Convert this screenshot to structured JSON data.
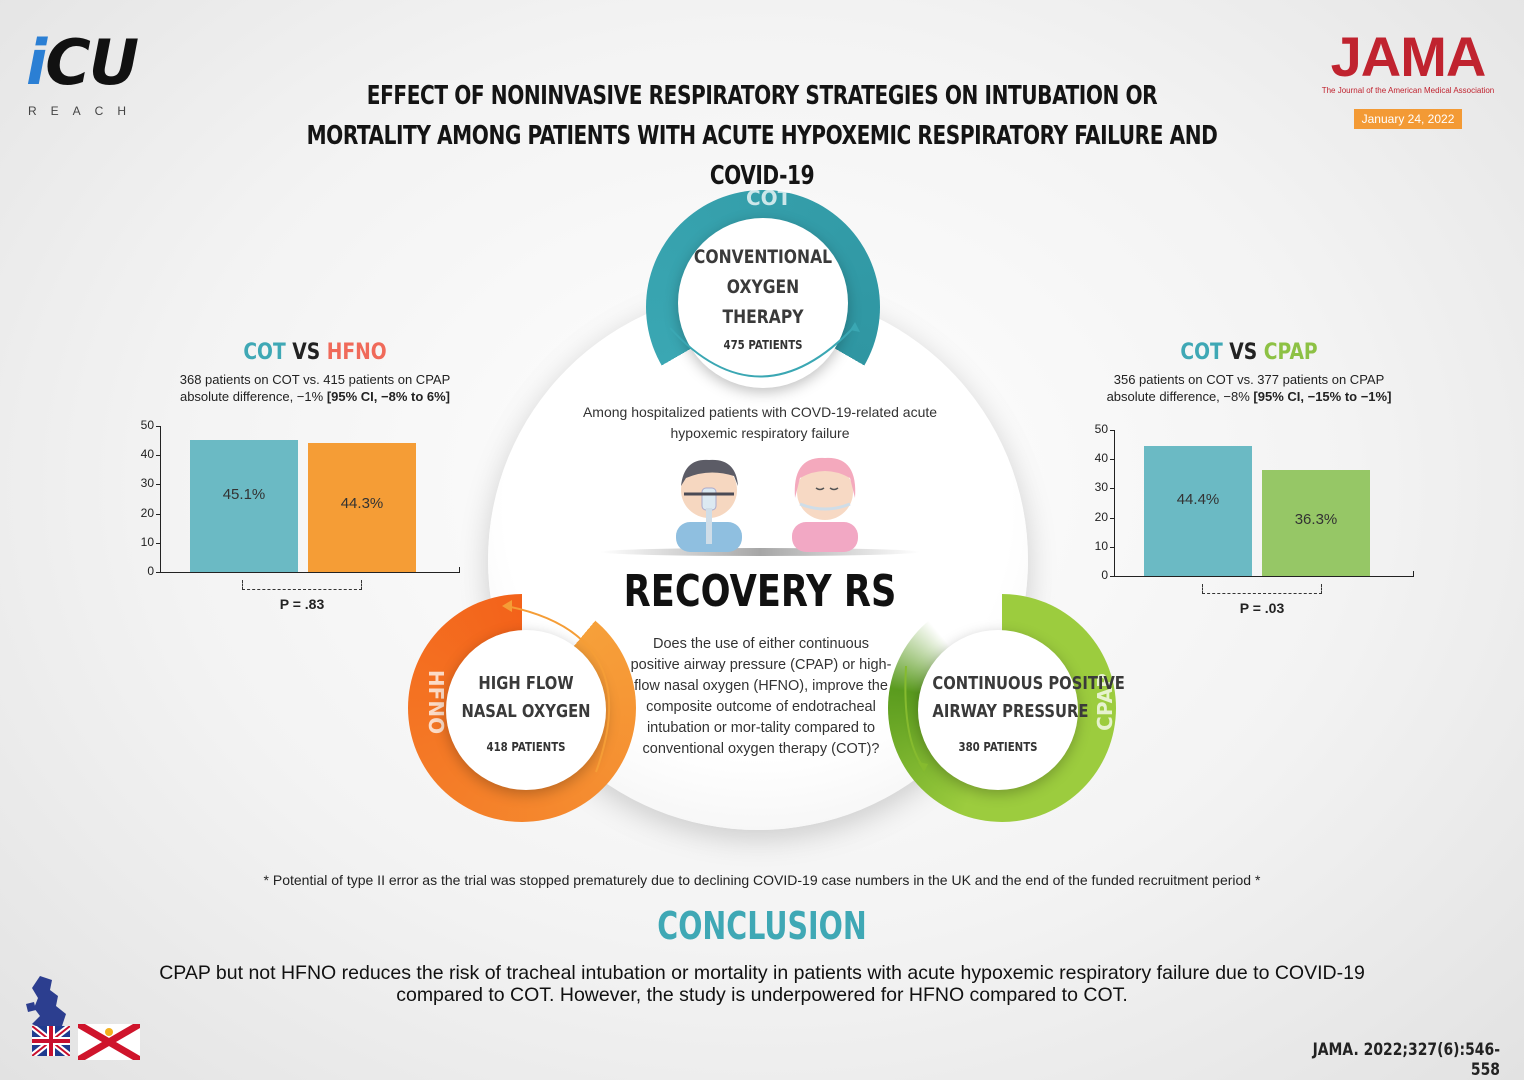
{
  "logo": {
    "icu_i": "i",
    "icu_rest": "CU",
    "reach": "REACH"
  },
  "title": "EFFECT OF NONINVASIVE RESPIRATORY STRATEGIES ON INTUBATION OR MORTALITY AMONG PATIENTS WITH ACUTE HYPOXEMIC RESPIRATORY FAILURE AND COVID-19",
  "jama": {
    "word": "JAMA",
    "sub": "The Journal of the American Medical Association",
    "date": "January 24, 2022"
  },
  "left_panel": {
    "head_a": "COT",
    "head_vs": "VS",
    "head_b": "HFNO",
    "line1": "368 patients on COT vs. 415 patients on CPAP",
    "line2": "absolute difference, −1%",
    "line2_bold": "[95% CI, −8% to 6%]",
    "p_value": "P = .83"
  },
  "right_panel": {
    "head_a": "COT",
    "head_vs": "VS",
    "head_b": "CPAP",
    "line1": "356 patients on COT vs. 377 patients on CPAP",
    "line2": "absolute difference, −8%",
    "line2_bold": "[95% CI, −15% to −1%]",
    "p_value": "P = .03"
  },
  "chart_data": [
    {
      "type": "bar",
      "categories": [
        "COT",
        "HFNO"
      ],
      "values": [
        45.1,
        44.3
      ],
      "value_labels": [
        "45.1%",
        "44.3%"
      ],
      "colors": [
        "#6bbac4",
        "#f59d36"
      ],
      "yticks": [
        0,
        10,
        20,
        30,
        40,
        50
      ],
      "ylim": [
        0,
        50
      ]
    },
    {
      "type": "bar",
      "categories": [
        "COT",
        "CPAP"
      ],
      "values": [
        44.4,
        36.3
      ],
      "value_labels": [
        "44.4%",
        "36.3%"
      ],
      "colors": [
        "#6bbac4",
        "#96c766"
      ],
      "yticks": [
        0,
        10,
        20,
        30,
        40,
        50
      ],
      "ylim": [
        0,
        50
      ]
    }
  ],
  "arms": {
    "cot": {
      "tag": "COT",
      "name_lines": [
        "CONVENTIONAL",
        "OXYGEN",
        "THERAPY"
      ],
      "patients": "475 PATIENTS",
      "color": "#3aa7b3"
    },
    "hfno": {
      "tag": "HFNO",
      "name_lines": [
        "HIGH FLOW",
        "NASAL OXYGEN"
      ],
      "patients": "418 PATIENTS",
      "color": "#f3791f"
    },
    "cpap": {
      "tag": "CPAP",
      "name_lines": [
        "CONTINUOUS POSITIVE",
        "AIRWAY PRESSURE"
      ],
      "patients": "380 PATIENTS",
      "color": "#86bb2e"
    }
  },
  "population": "Among hospitalized patients with COVD-19-related acute hypoxemic respiratory failure",
  "trial_name": "RECOVERY RS",
  "question": "Does the use of either continuous positive airway pressure (CPAP) or high-flow nasal oxygen (HFNO), improve the composite outcome of endotracheal intubation or mor-tality  compared to conventional oxygen therapy (COT)?",
  "footnote": "* Potential of type II error as the trial was stopped prematurely due to declining COVID-19 case numbers in the UK and the end of the funded recruitment period *",
  "conclusion_heading": "CONCLUSION",
  "conclusion": "CPAP but not HFNO reduces the risk of tracheal intubation or mortality in patients with acute hypoxemic respiratory failure due to COVID-19 compared to COT. However, the study is underpowered for HFNO compared to COT.",
  "citation": "JAMA. 2022;327(6):546-558",
  "icons": [
    "uk-map-icon",
    "uk-flag-icon",
    "jersey-flag-icon",
    "patient-mask-icon",
    "patient-cannula-icon"
  ]
}
